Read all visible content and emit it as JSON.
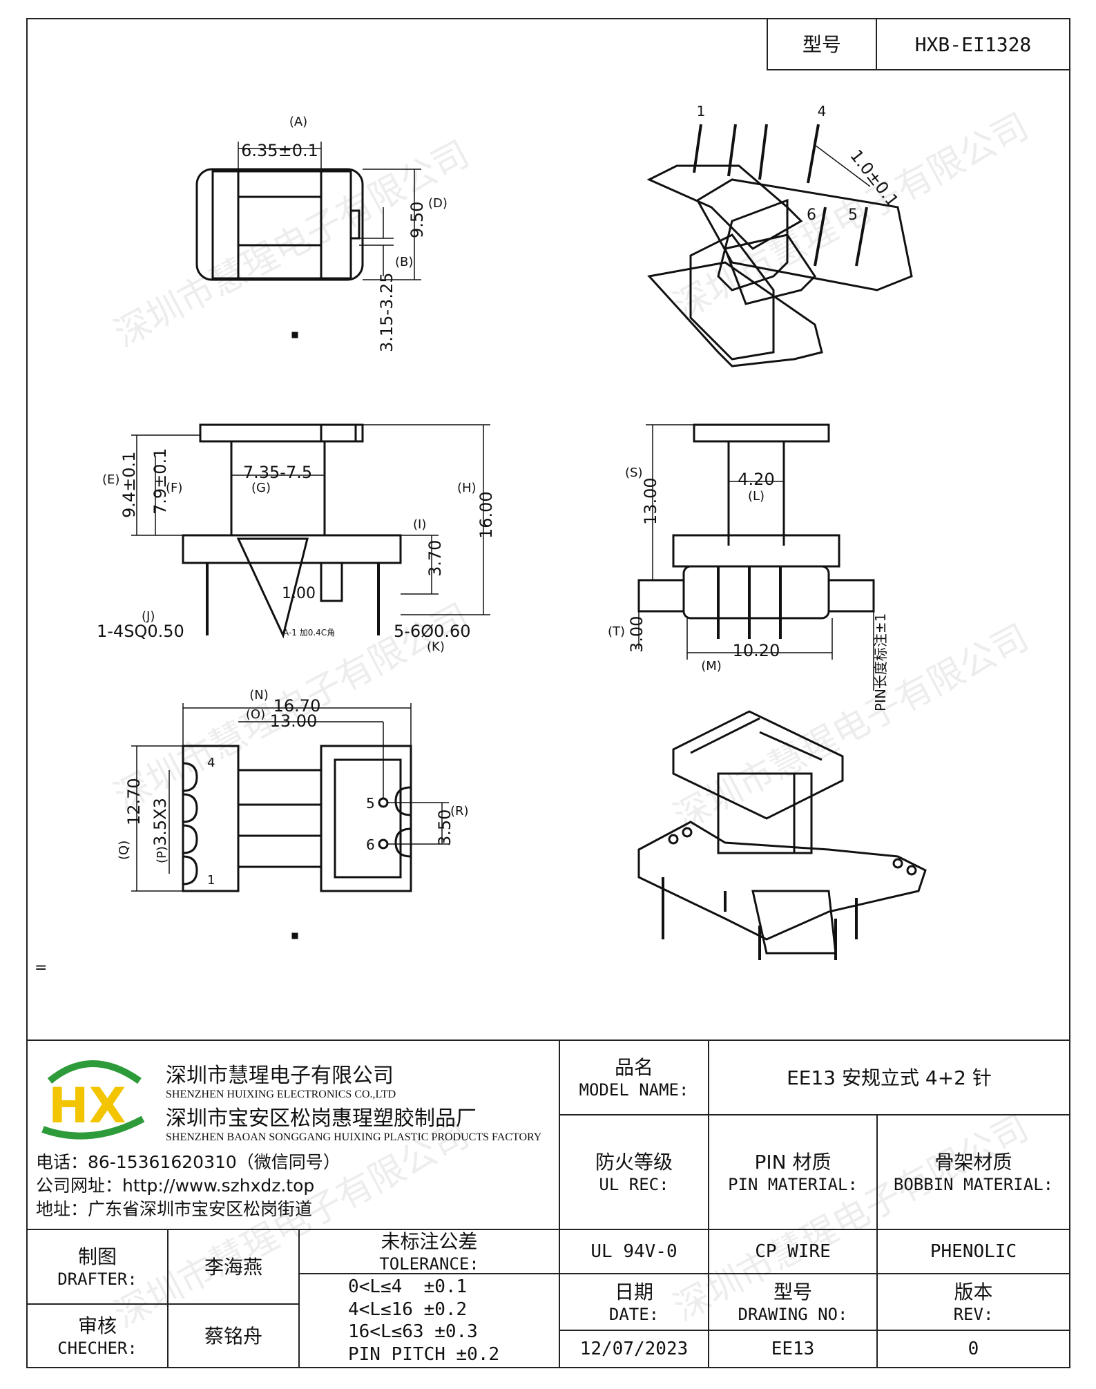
{
  "header": {
    "model_label": "型号",
    "model_value": "HXB-EI1328"
  },
  "company": {
    "name_cn": "深圳市慧瑆电子有限公司",
    "name_en": "SHENZHEN HUIXING ELECTRONICS CO.,LTD",
    "factory_cn": "深圳市宝安区松岗惠瑆塑胶制品厂",
    "factory_en": "SHENZHEN BAOAN SONGGANG HUIXING PLASTIC PRODUCTS FACTORY",
    "phone": "电话：86-15361620310（微信同号）",
    "website": "公司网址：http://www.szhxdz.top",
    "address": "地址：广东省深圳市宝安区松岗街道",
    "logo_letters": "HX",
    "watermark": "深圳市慧瑆电子有限公司"
  },
  "colors": {
    "logo_green": "#2e9b3a",
    "logo_yellow": "#f2c500",
    "logo_teal": "#1f6e4a"
  },
  "title_block": {
    "model_name_label_cn": "品名",
    "model_name_label_en": "MODEL NAME:",
    "model_name_value": "EE13 安规立式 4+2 针",
    "ul_label_cn": "防火等级",
    "ul_label_en": "UL REC:",
    "pin_label_cn": "PIN 材质",
    "pin_label_en": "PIN MATERIAL:",
    "bobbin_label_cn": "骨架材质",
    "bobbin_label_en": "BOBBIN MATERIAL:",
    "ul_value": "UL 94V-0",
    "pin_value": "CP WIRE",
    "bobbin_value": "PHENOLIC",
    "drafter_label_cn": "制图",
    "drafter_label_en": "DRAFTER:",
    "drafter_value": "李海燕",
    "checker_label_cn": "审核",
    "checker_label_en": "CHECHER:",
    "checker_value": "蔡铭舟",
    "tolerance_label_cn": "未标注公差",
    "tolerance_label_en": "TOLERANCE:",
    "tolerance_lines": [
      "0<L≤4  ±0.1",
      "4<L≤16 ±0.2",
      "16<L≤63 ±0.3",
      "PIN PITCH ±0.2"
    ],
    "date_label_cn": "日期",
    "date_label_en": "DATE:",
    "date_value": "12/07/2023",
    "drawing_label_cn": "型号",
    "drawing_label_en": "DRAWING NO:",
    "drawing_value": "EE13",
    "rev_label_cn": "版本",
    "rev_label_en": "REV:",
    "rev_value": "0"
  },
  "drawing": {
    "top_view": {
      "label_a": "(A)",
      "dim_a": "6.35±0.1",
      "label_d": "(D)",
      "dim_d": "9.50",
      "label_b": "(B)",
      "dim_b": "3.15-3.25"
    },
    "iso_top": {
      "pin1": "1",
      "pin4": "4",
      "pin6": "6",
      "pin5": "5",
      "dim_pin": "1.0±0.1"
    },
    "front_view": {
      "label_e": "(E)",
      "dim_e": "9.4±0.1",
      "label_f": "(F)",
      "dim_f": "7.9±0.1",
      "dim_g": "7.35-7.5",
      "label_g": "(G)",
      "label_h": "(H)",
      "dim_h": "16.00",
      "label_i": "(I)",
      "dim_i": "3.70",
      "dim_100": "1.00",
      "label_j": "(J)",
      "dim_j": "1-4SQ0.50",
      "note_a1": "A-1 加0.4C角",
      "dim_k": "5-6Ø0.60",
      "label_k": "(K)"
    },
    "side_view": {
      "label_s": "(S)",
      "dim_s": "13.00",
      "dim_l": "4.20",
      "label_l": "(L)",
      "label_t": "(T)",
      "dim_t": "3.00",
      "dim_m": "10.20",
      "label_m": "(M)",
      "pin_note": "PIN长度标注±1"
    },
    "bottom_view": {
      "label_n": "(N)",
      "dim_n": "16.70",
      "label_o": "(O)",
      "dim_o": "13.00",
      "label_q": "(Q)",
      "dim_q": "12.70",
      "label_p": "(P)",
      "dim_p": "3.5X3",
      "label_r": "(R)",
      "dim_r": "3.50",
      "pin4": "4",
      "pin1": "1",
      "pin5": "5",
      "pin6": "6"
    },
    "stray_mark": "="
  }
}
